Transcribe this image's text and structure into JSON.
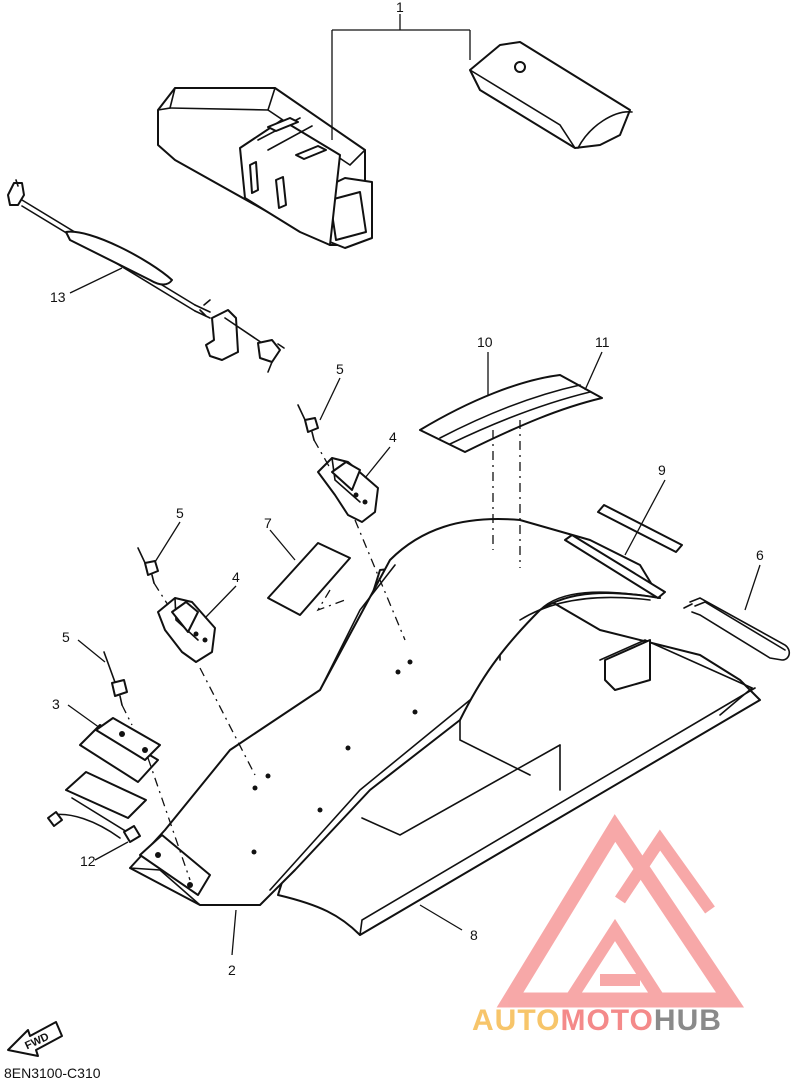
{
  "diagram": {
    "callouts": [
      {
        "id": "callout-1",
        "label": "1"
      },
      {
        "id": "callout-2",
        "label": "2"
      },
      {
        "id": "callout-3",
        "label": "3"
      },
      {
        "id": "callout-4a",
        "label": "4"
      },
      {
        "id": "callout-4b",
        "label": "4"
      },
      {
        "id": "callout-5a",
        "label": "5"
      },
      {
        "id": "callout-5b",
        "label": "5"
      },
      {
        "id": "callout-5c",
        "label": "5"
      },
      {
        "id": "callout-6",
        "label": "6"
      },
      {
        "id": "callout-7",
        "label": "7"
      },
      {
        "id": "callout-8",
        "label": "8"
      },
      {
        "id": "callout-9",
        "label": "9"
      },
      {
        "id": "callout-10",
        "label": "10"
      },
      {
        "id": "callout-11",
        "label": "11"
      },
      {
        "id": "callout-12",
        "label": "12"
      },
      {
        "id": "callout-13",
        "label": "13"
      }
    ],
    "fwd_label": "FWD",
    "diagram_code": "8EN3100-C310"
  },
  "watermark": {
    "part_a": "AUTO",
    "part_b": "MOTO",
    "part_c": "HUB",
    "color_a": "#f7c56a",
    "color_b": "#f48a8a",
    "color_c": "#8a8a8a",
    "logo_color": "#f58c8c"
  }
}
